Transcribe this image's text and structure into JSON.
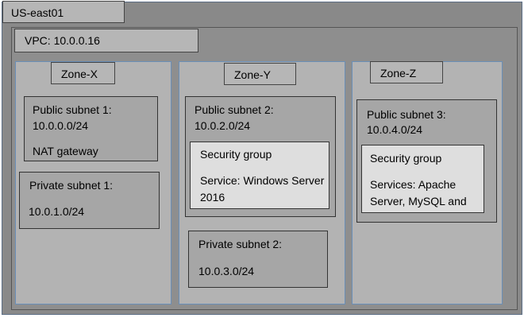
{
  "region": {
    "label": "US-east01"
  },
  "vpc": {
    "label": "VPC: 10.0.0.16"
  },
  "zones": [
    {
      "label": "Zone-X",
      "public_subnet": {
        "title": "Public subnet 1:",
        "cidr": "10.0.0.0/24",
        "extra": "NAT gateway"
      },
      "private_subnet": {
        "title": "Private subnet 1:",
        "cidr": "10.0.1.0/24"
      }
    },
    {
      "label": "Zone-Y",
      "public_subnet": {
        "title": "Public subnet 2:",
        "cidr": "10.0.2.0/24",
        "security_group": {
          "title": "Security group",
          "line1": "Service: Windows Server",
          "line2": "2016"
        }
      },
      "private_subnet": {
        "title": "Private subnet 2:",
        "cidr": "10.0.3.0/24"
      }
    },
    {
      "label": "Zone-Z",
      "public_subnet": {
        "title": "Public subnet 3:",
        "cidr": "10.0.4.0/24",
        "security_group": {
          "title": "Security group",
          "line1": "Services: Apache",
          "line2": "Server, MySQL and"
        }
      }
    }
  ]
}
